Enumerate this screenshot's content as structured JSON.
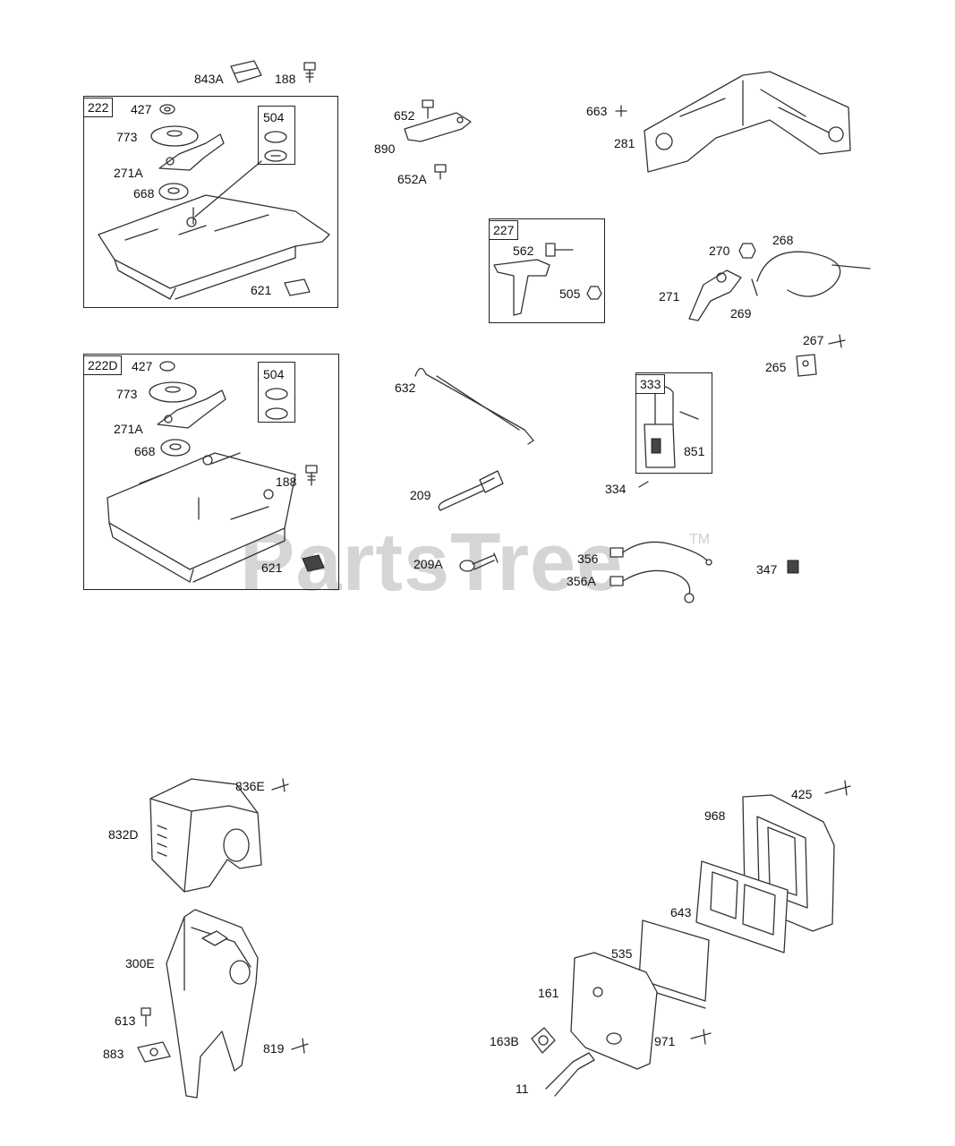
{
  "watermark": {
    "text": "PartsTree",
    "trademark": "TM"
  },
  "labels": {
    "l843A": "843A",
    "l188a": "188",
    "box222": "222",
    "l427a": "427",
    "l773a": "773",
    "l271Aa": "271A",
    "l668a": "668",
    "l621a": "621",
    "box504a": "504",
    "box222D": "222D",
    "l427b": "427",
    "l773b": "773",
    "l271Ab": "271A",
    "l668b": "668",
    "l188b": "188",
    "l621b": "621",
    "box504b": "504",
    "l652": "652",
    "l890": "890",
    "l652A": "652A",
    "l663": "663",
    "l281": "281",
    "box227": "227",
    "l562": "562",
    "l505": "505",
    "l270": "270",
    "l268": "268",
    "l271": "271",
    "l269": "269",
    "l267": "267",
    "l265": "265",
    "l632": "632",
    "l209": "209",
    "l209A": "209A",
    "box333": "333",
    "l851": "851",
    "l334": "334",
    "l356": "356",
    "l356A": "356A",
    "l347": "347",
    "l836E": "836E",
    "l832D": "832D",
    "l300E": "300E",
    "l613": "613",
    "l883": "883",
    "l819": "819",
    "l425": "425",
    "l968": "968",
    "l643": "643",
    "l535": "535",
    "l161": "161",
    "l163B": "163B",
    "l971": "971",
    "l11": "11"
  },
  "colors": {
    "line": "#333333",
    "watermark": "#d5d5d5",
    "background": "#ffffff"
  }
}
